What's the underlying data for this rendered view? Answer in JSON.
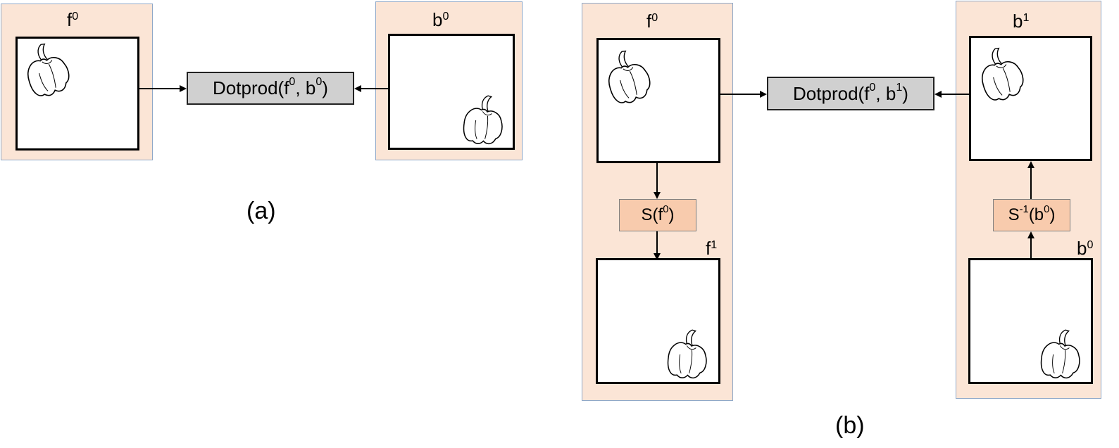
{
  "diagram_a": {
    "f_label": {
      "base": "f",
      "sup": "0"
    },
    "b_label": {
      "base": "b",
      "sup": "0"
    },
    "dotprod": {
      "prefix": "Dotprod(f",
      "sup1": "0",
      "mid": ", b",
      "sup2": "0",
      "suffix": ")"
    },
    "caption": "(a)"
  },
  "diagram_b": {
    "f_label": {
      "base": "f",
      "sup": "0"
    },
    "f1_label": {
      "base": "f",
      "sup": "1"
    },
    "b1_label": {
      "base": "b",
      "sup": "1"
    },
    "b0_label": {
      "base": "b",
      "sup": "0"
    },
    "dotprod": {
      "prefix": "Dotprod(f",
      "sup1": "0",
      "mid": ", b",
      "sup2": "1",
      "suffix": ")"
    },
    "shift_op": {
      "prefix": "S(f",
      "sup": "0",
      "suffix": ")"
    },
    "inverse_shift_op": {
      "prefix": "S",
      "sup1": "-1",
      "mid": "(b",
      "sup2": "0",
      "suffix": ")"
    },
    "caption": "(b)"
  },
  "colors": {
    "panel": "#fbe5d6",
    "panel_border": "#8fa8c8",
    "dotprod_fill": "#d0d0d0",
    "shift_fill": "#f8cbad"
  },
  "icons": [
    "pepper-icon"
  ]
}
